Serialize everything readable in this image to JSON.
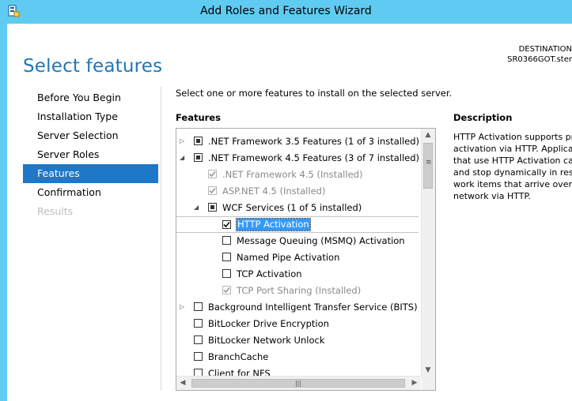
{
  "window": {
    "title": "Add Roles and Features Wizard",
    "page_title": "Select features",
    "destination_label": "DESTINATION",
    "destination_server": "SR0366GOT.ster"
  },
  "nav": {
    "items": [
      {
        "label": "Before You Begin",
        "state": "normal"
      },
      {
        "label": "Installation Type",
        "state": "normal"
      },
      {
        "label": "Server Selection",
        "state": "normal"
      },
      {
        "label": "Server Roles",
        "state": "normal"
      },
      {
        "label": "Features",
        "state": "active"
      },
      {
        "label": "Confirmation",
        "state": "normal"
      },
      {
        "label": "Results",
        "state": "disabled"
      }
    ]
  },
  "main": {
    "instruction": "Select one or more features to install on the selected server.",
    "features_label": "Features"
  },
  "features": [
    {
      "label": ".NET Framework 3.5 Features (1 of 3 installed)",
      "level": 0,
      "expander": "collapsed",
      "check": "partial",
      "disabled": false
    },
    {
      "label": ".NET Framework 4.5 Features (3 of 7 installed)",
      "level": 0,
      "expander": "expanded",
      "check": "partial",
      "disabled": false
    },
    {
      "label": ".NET Framework 4.5 (Installed)",
      "level": 1,
      "expander": "none",
      "check": "checked",
      "disabled": true
    },
    {
      "label": "ASP.NET 4.5 (Installed)",
      "level": 1,
      "expander": "none",
      "check": "checked",
      "disabled": true
    },
    {
      "label": "WCF Services (1 of 5 installed)",
      "level": 1,
      "expander": "expanded",
      "check": "partial",
      "disabled": false
    },
    {
      "label": "HTTP Activation",
      "level": 2,
      "expander": "none",
      "check": "checked",
      "disabled": false,
      "selected": true
    },
    {
      "label": "Message Queuing (MSMQ) Activation",
      "level": 2,
      "expander": "none",
      "check": "unchecked",
      "disabled": false
    },
    {
      "label": "Named Pipe Activation",
      "level": 2,
      "expander": "none",
      "check": "unchecked",
      "disabled": false
    },
    {
      "label": "TCP Activation",
      "level": 2,
      "expander": "none",
      "check": "unchecked",
      "disabled": false
    },
    {
      "label": "TCP Port Sharing (Installed)",
      "level": 2,
      "expander": "none",
      "check": "checked",
      "disabled": true
    },
    {
      "label": "Background Intelligent Transfer Service (BITS)",
      "level": 0,
      "expander": "collapsed",
      "check": "unchecked",
      "disabled": false
    },
    {
      "label": "BitLocker Drive Encryption",
      "level": 0,
      "expander": "none",
      "check": "unchecked",
      "disabled": false
    },
    {
      "label": "BitLocker Network Unlock",
      "level": 0,
      "expander": "none",
      "check": "unchecked",
      "disabled": false
    },
    {
      "label": "BranchCache",
      "level": 0,
      "expander": "none",
      "check": "unchecked",
      "disabled": false
    },
    {
      "label": "Client for NFS",
      "level": 0,
      "expander": "none",
      "check": "unchecked",
      "disabled": false
    }
  ],
  "description": {
    "label": "Description",
    "text": "HTTP Activation supports pro\nactivation via HTTP. Applicat\nthat use HTTP Activation can\nand stop dynamically in resp\nwork items that arrive over th\nnetwork via HTTP."
  },
  "colors": {
    "titlebar": "#5fcbf2",
    "accent": "#1f77c7",
    "selection": "#3399ff"
  },
  "icons": {
    "app": "server-manager-icon",
    "expand": "triangle-right-icon",
    "collapse": "triangle-down-icon"
  }
}
